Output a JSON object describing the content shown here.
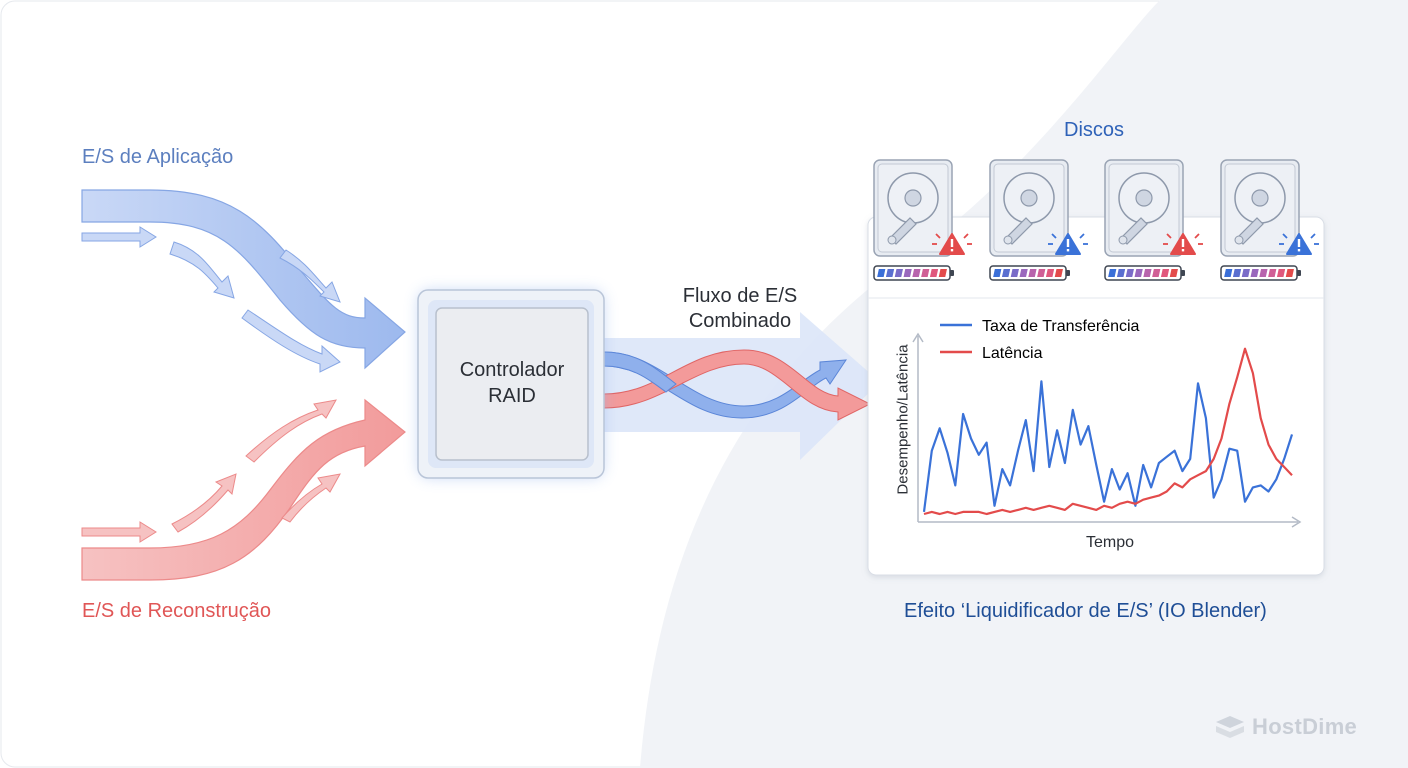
{
  "labels": {
    "application_io": "E/S de Aplicação",
    "rebuild_io": "E/S de Reconstrução",
    "controller_line1": "Controlador",
    "controller_line2": "RAID",
    "combined_line1": "Fluxo de E/S",
    "combined_line2": "Combinado",
    "disks": "Discos",
    "caption": "Efeito ‘Liquidificador de E/S’ (IO Blender)"
  },
  "disks": [
    {
      "alert_color": "#e34b4b"
    },
    {
      "alert_color": "#3a72d8"
    },
    {
      "alert_color": "#e34b4b"
    },
    {
      "alert_color": "#3a72d8"
    }
  ],
  "chart_data": {
    "type": "line",
    "xlabel": "Tempo",
    "ylabel": "Desempenho/Latência",
    "legend_position": "top-left",
    "grid": false,
    "ylim": [
      0,
      100
    ],
    "x": [
      0,
      1,
      2,
      3,
      4,
      5,
      6,
      7,
      8,
      9,
      10,
      11,
      12,
      13,
      14,
      15,
      16,
      17,
      18,
      19,
      20,
      21,
      22,
      23,
      24,
      25,
      26,
      27,
      28,
      29,
      30,
      31,
      32,
      33,
      34,
      35,
      36,
      37,
      38,
      39,
      40,
      41,
      42,
      43,
      44,
      45,
      46,
      47
    ],
    "series": [
      {
        "name": "Taxa de Transferência",
        "color": "#3a72d8",
        "values": [
          2,
          32,
          43,
          31,
          15,
          50,
          38,
          30,
          36,
          5,
          23,
          15,
          32,
          47,
          22,
          66,
          24,
          42,
          26,
          52,
          35,
          44,
          25,
          7,
          23,
          13,
          21,
          5,
          25,
          14,
          26,
          29,
          32,
          22,
          28,
          65,
          48,
          9,
          18,
          33,
          32,
          7,
          14,
          15,
          12,
          18,
          28,
          40
        ]
      },
      {
        "name": "Latência",
        "color": "#e34b4b",
        "values": [
          1,
          2,
          1,
          2,
          1,
          2,
          2,
          2,
          1,
          2,
          3,
          2,
          3,
          4,
          3,
          4,
          5,
          4,
          3,
          6,
          5,
          4,
          3,
          5,
          4,
          6,
          7,
          6,
          8,
          9,
          10,
          12,
          16,
          14,
          18,
          20,
          22,
          28,
          38,
          55,
          68,
          82,
          70,
          48,
          35,
          28,
          24,
          20
        ]
      }
    ]
  },
  "brand": "HostDime",
  "colors": {
    "blue_text": "#5c7fbf",
    "red_text": "#e05656",
    "dark_blue_text": "#1f4e96",
    "blue_line": "#3a72d8",
    "red_line": "#e34b4b"
  }
}
